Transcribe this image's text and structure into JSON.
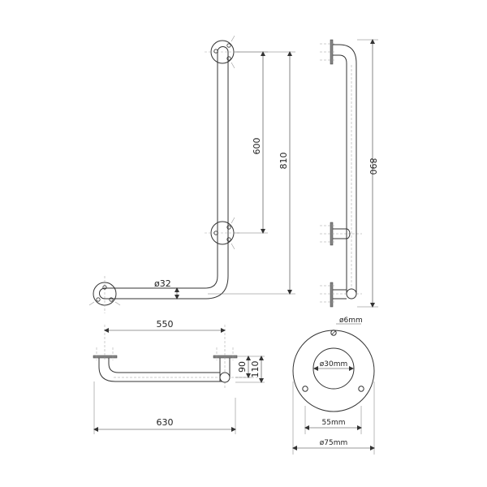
{
  "diagram": {
    "type": "technical-drawing",
    "subject": "L-shaped grab bar with wall flanges",
    "views": {
      "front": {
        "labels": {
          "tube_diameter": "ø32",
          "flange_spacing": "600",
          "total_height": "810"
        }
      },
      "side": {
        "labels": {
          "total_height": "890"
        }
      },
      "top": {
        "labels": {
          "flange_spacing": "550",
          "total_length": "630",
          "inner_depth": "90",
          "outer_depth": "110"
        }
      },
      "flange_detail": {
        "labels": {
          "screw_hole": "ø6mm",
          "inner_hole": "ø30mm",
          "hole_spacing": "55mm",
          "outer_diameter": "ø75mm"
        }
      }
    },
    "colors": {
      "line": "#333333",
      "dim_line": "#555555",
      "center_line": "#999999",
      "background": "#ffffff"
    }
  }
}
